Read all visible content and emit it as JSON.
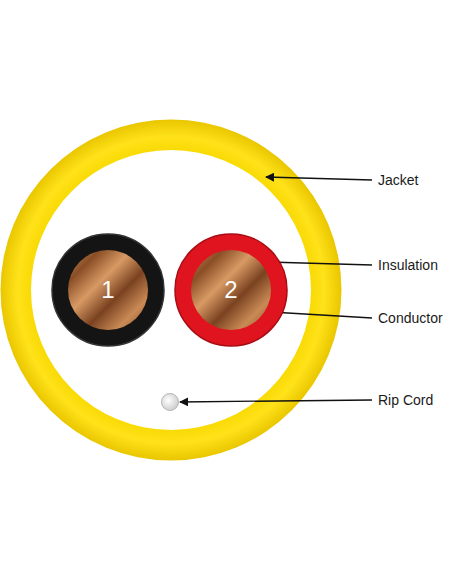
{
  "diagram": {
    "nodes": [
      {
        "text": [
          "1"
        ]
      },
      {
        "text": [
          "2"
        ]
      }
    ],
    "labels": [
      "Jacket",
      "Insulation",
      "Conductor",
      "Rip Cord"
    ]
  }
}
